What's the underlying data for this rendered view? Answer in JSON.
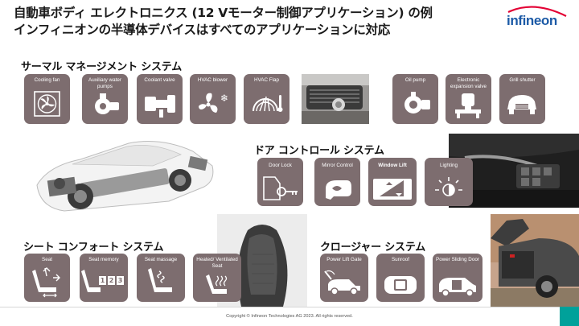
{
  "title": {
    "line1": "自動車ボディ エレクトロニクス (12 Vモーター制御アプリケーション) の例",
    "line2": "インフィニオンの半導体デバイスはすべてのアプリケーションに対応"
  },
  "logo": {
    "text": "infineon",
    "color": "#1c5aa6"
  },
  "sections": {
    "thermal": {
      "title": "サーマル マネージメント システム",
      "tiles": [
        {
          "label": "Cooling fan",
          "icon": "cooling-fan-icon"
        },
        {
          "label": "Auxiliary water pumps",
          "icon": "water-pump-icon"
        },
        {
          "label": "Coolant valve",
          "icon": "coolant-valve-icon"
        },
        {
          "label": "HVAC blower",
          "icon": "hvac-blower-icon"
        },
        {
          "label": "HVAC Flap",
          "icon": "hvac-flap-icon"
        },
        {
          "label": "Oil pump",
          "icon": "oil-pump-icon"
        },
        {
          "label": "Electronic expansion valve",
          "icon": "expansion-valve-icon"
        },
        {
          "label": "Grill shutter",
          "icon": "grill-shutter-icon"
        }
      ]
    },
    "door": {
      "title": "ドア コントロール システム",
      "tiles": [
        {
          "label": "Door Lock",
          "icon": "door-lock-icon"
        },
        {
          "label": "Mirror Control",
          "icon": "mirror-control-icon"
        },
        {
          "label": "Window Lift",
          "icon": "window-lift-icon"
        },
        {
          "label": "Lighting",
          "icon": "lighting-icon"
        }
      ]
    },
    "seat": {
      "title": "シート コンフォート システム",
      "tiles": [
        {
          "label": "Seat",
          "icon": "seat-icon"
        },
        {
          "label": "Seat memory",
          "icon": "seat-memory-icon",
          "digits": [
            "1",
            "2",
            "3"
          ]
        },
        {
          "label": "Seat massage",
          "icon": "seat-massage-icon"
        },
        {
          "label": "Heated/ Ventilated Seat",
          "icon": "heated-seat-icon"
        }
      ]
    },
    "closure": {
      "title": "クロージャー システム",
      "tiles": [
        {
          "label": "Power Lift Gate",
          "icon": "power-lift-gate-icon"
        },
        {
          "label": "Sunroof",
          "icon": "sunroof-icon"
        },
        {
          "label": "Power Sliding Door",
          "icon": "sliding-door-icon"
        }
      ]
    }
  },
  "footer": {
    "copyright": "Copyright © Infineon Technologies AG 2023. All rights reserved."
  },
  "colors": {
    "tile": "#7d6d6f",
    "accent": "#00a19a"
  }
}
